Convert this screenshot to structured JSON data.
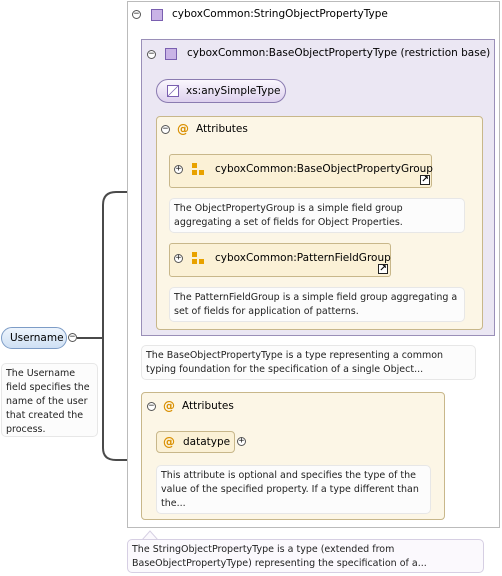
{
  "root_element": {
    "label": "Username",
    "doc": "The Username field specifies the name of the user that created the process."
  },
  "string_type": {
    "title": "cyboxCommon:StringObjectPropertyType",
    "doc": "The StringObjectPropertyType is a type (extended from BaseObjectPropertyType) representing the specification of a..."
  },
  "base_type": {
    "title": "cyboxCommon:BaseObjectPropertyType (restriction base)",
    "doc": "The BaseObjectPropertyType is a type representing a common typing foundation for the specification of a single Object..."
  },
  "simple_type": {
    "label": "xs:anySimpleType"
  },
  "base_attributes": {
    "title": "Attributes",
    "groups": [
      {
        "label": "cyboxCommon:BaseObjectPropertyGroup",
        "doc": "The ObjectPropertyGroup is a simple field group aggregating a set of fields for Object Properties."
      },
      {
        "label": "cyboxCommon:PatternFieldGroup",
        "doc": "The PatternFieldGroup is a simple field group aggregating a set of fields for application of patterns."
      }
    ]
  },
  "string_attributes": {
    "title": "Attributes",
    "attribute": {
      "label": "datatype",
      "doc": "This attribute is optional and specifies the type of the value of the specified property. If a type different than the..."
    }
  },
  "glyphs": {
    "collapse": "−",
    "expand": "+",
    "at": "@",
    "external": "↗"
  },
  "colors": {
    "type_box_border": "#bbbbbb",
    "base_box_bg": "#ebe7f3",
    "base_box_border": "#9a8fb8",
    "attr_box_bg": "#fcf6e6",
    "attr_box_border": "#c8b78a",
    "group_bg": "#fbf1d6",
    "element_bg": "#d6e6f7",
    "element_border": "#7d9cc6",
    "simple_type_bg": "#ece4f5",
    "connector": "#4a4a4a"
  }
}
